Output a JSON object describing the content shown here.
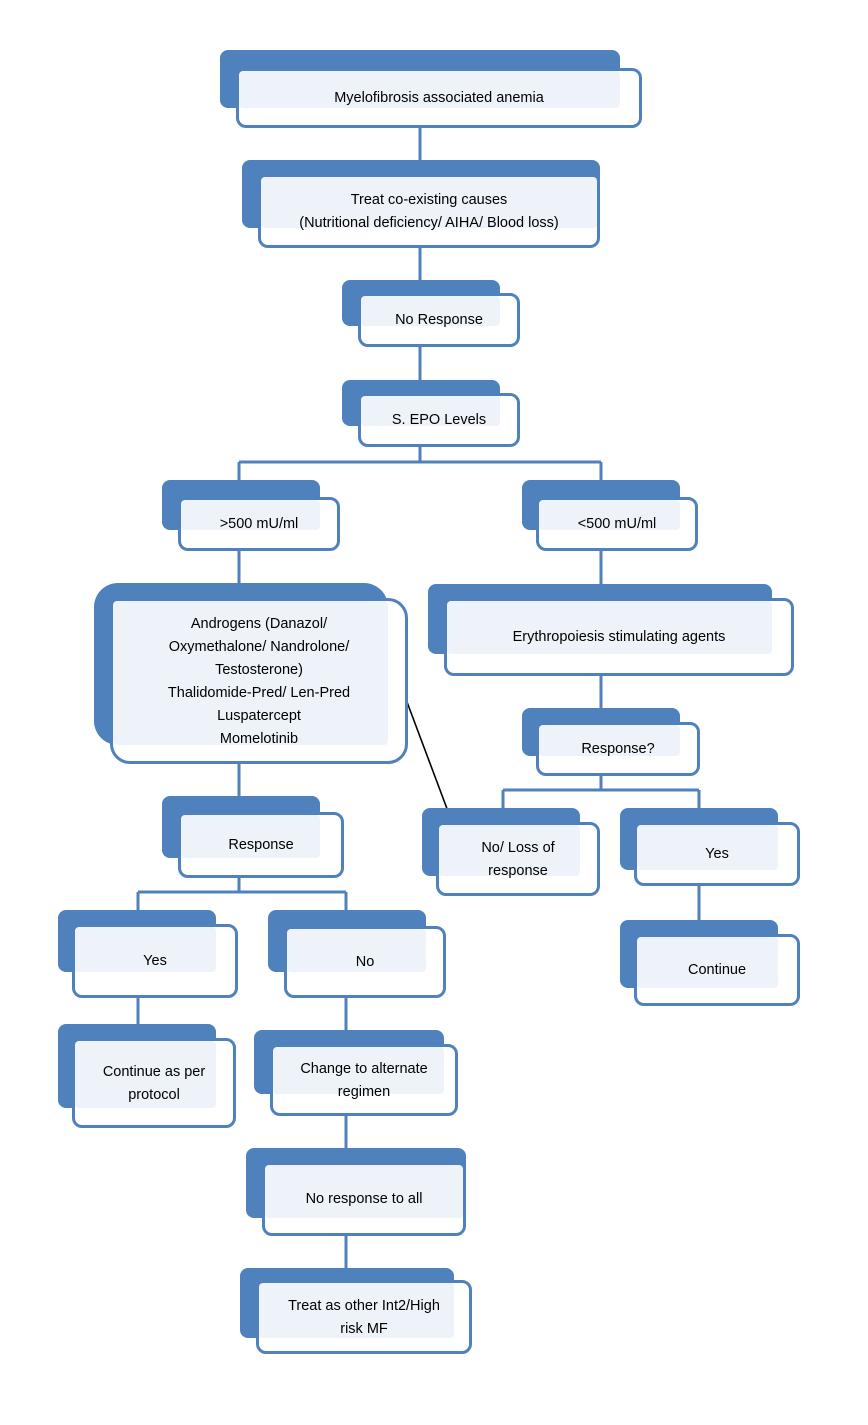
{
  "nodes": [
    {
      "id": "myelofibrosis-anemia",
      "lines": [
        "Myelofibrosis associated anemia"
      ]
    },
    {
      "id": "treat-coexisting",
      "lines": [
        "Treat co-existing causes",
        "(Nutritional deficiency/ AIHA/ Blood loss)"
      ]
    },
    {
      "id": "no-response",
      "lines": [
        "No Response"
      ]
    },
    {
      "id": "s-epo-levels",
      "lines": [
        "S. EPO Levels"
      ]
    },
    {
      "id": "epo-above-500",
      "lines": [
        ">500 mU/ml"
      ]
    },
    {
      "id": "epo-below-500",
      "lines": [
        "<500 mU/ml"
      ]
    },
    {
      "id": "androgens-regimen",
      "lines": [
        "Androgens (Danazol/",
        "Oxymethalone/ Nandrolone/",
        "Testosterone)",
        "Thalidomide-Pred/ Len-Pred",
        "Luspatercept",
        "Momelotinib"
      ]
    },
    {
      "id": "esa",
      "lines": [
        "Erythropoiesis stimulating agents"
      ]
    },
    {
      "id": "response-question",
      "lines": [
        "Response?"
      ]
    },
    {
      "id": "response",
      "lines": [
        "Response"
      ]
    },
    {
      "id": "no-loss-of-response",
      "lines": [
        "No/ Loss of",
        "response"
      ]
    },
    {
      "id": "yes-right",
      "lines": [
        "Yes"
      ]
    },
    {
      "id": "yes-left",
      "lines": [
        "Yes"
      ]
    },
    {
      "id": "no-left",
      "lines": [
        "No"
      ]
    },
    {
      "id": "continue-right",
      "lines": [
        "Continue"
      ]
    },
    {
      "id": "continue-protocol",
      "lines": [
        "Continue as per",
        "protocol"
      ]
    },
    {
      "id": "change-regimen",
      "lines": [
        "Change to alternate",
        "regimen"
      ]
    },
    {
      "id": "no-response-all",
      "lines": [
        "No response to all"
      ]
    },
    {
      "id": "treat-high-risk",
      "lines": [
        "Treat as other Int2/High",
        "risk MF"
      ]
    }
  ],
  "connections": [
    {
      "from": "myelofibrosis-anemia",
      "to": "treat-coexisting",
      "type": "line"
    },
    {
      "from": "treat-coexisting",
      "to": "no-response",
      "type": "line"
    },
    {
      "from": "no-response",
      "to": "s-epo-levels",
      "type": "line"
    },
    {
      "from": "s-epo-levels",
      "to": "epo-above-500",
      "type": "line"
    },
    {
      "from": "s-epo-levels",
      "to": "epo-below-500",
      "type": "line"
    },
    {
      "from": "epo-above-500",
      "to": "androgens-regimen",
      "type": "line"
    },
    {
      "from": "epo-below-500",
      "to": "esa",
      "type": "line"
    },
    {
      "from": "esa",
      "to": "response-question",
      "type": "line"
    },
    {
      "from": "response-question",
      "to": "no-loss-of-response",
      "type": "line"
    },
    {
      "from": "response-question",
      "to": "yes-right",
      "type": "line"
    },
    {
      "from": "yes-right",
      "to": "continue-right",
      "type": "line"
    },
    {
      "from": "androgens-regimen",
      "to": "response",
      "type": "line"
    },
    {
      "from": "response",
      "to": "yes-left",
      "type": "line"
    },
    {
      "from": "response",
      "to": "no-left",
      "type": "line"
    },
    {
      "from": "yes-left",
      "to": "continue-protocol",
      "type": "line"
    },
    {
      "from": "no-left",
      "to": "change-regimen",
      "type": "line"
    },
    {
      "from": "change-regimen",
      "to": "no-response-all",
      "type": "line"
    },
    {
      "from": "no-response-all",
      "to": "treat-high-risk",
      "type": "line"
    },
    {
      "from": "no-loss-of-response",
      "to": "androgens-regimen",
      "type": "arrow"
    }
  ],
  "colors": {
    "connector": "#4f81bd",
    "box_border": "#4f81bd",
    "box_shadow": "#4f81bd",
    "box_fill": "#eef3fa",
    "arrow": "#000000"
  }
}
